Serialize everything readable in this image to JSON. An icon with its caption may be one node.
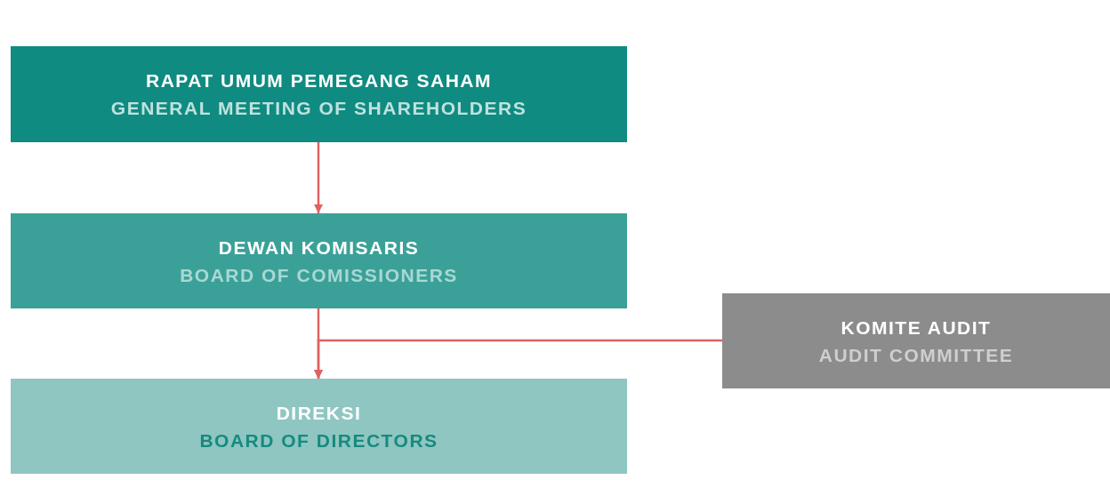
{
  "diagram": {
    "nodes": [
      {
        "text": [
          "RAPAT UMUM PEMEGANG SAHAM",
          "GENERAL MEETING OF SHAREHOLDERS"
        ]
      },
      {
        "text": [
          "DEWAN KOMISARIS",
          "BOARD OF COMISSIONERS"
        ]
      },
      {
        "text": [
          "DIREKSI",
          "BOARD OF DIRECTORS"
        ]
      },
      {
        "text": [
          "KOMITE AUDIT",
          "AUDIT COMMITTEE"
        ]
      }
    ],
    "edges": [
      {
        "from": 0,
        "to": 1,
        "arrow": "to"
      },
      {
        "from": 1,
        "to": 2,
        "arrow": "to"
      },
      {
        "from": 3,
        "to": 2,
        "arrow": "to"
      }
    ]
  }
}
